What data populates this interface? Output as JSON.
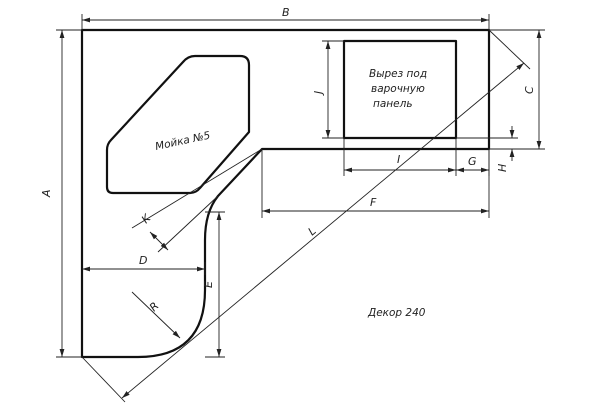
{
  "labels": {
    "B": "B",
    "A": "A",
    "C": "C",
    "J": "J",
    "I": "I",
    "G": "G",
    "H": "H",
    "F": "F",
    "L": "L",
    "K": "K",
    "D": "D",
    "E": "E",
    "R": "R"
  },
  "notes": {
    "sink": "Мойка №5",
    "cutout_line1": "Вырез под",
    "cutout_line2": "варочную",
    "cutout_line3": "панель",
    "decor": "Декор 240"
  }
}
